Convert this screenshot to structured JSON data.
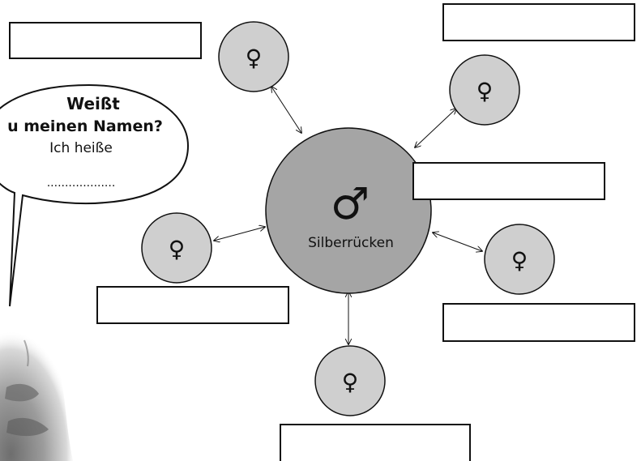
{
  "speech_bubble": {
    "line1": "Weißt",
    "line2": "u meinen Namen?",
    "line3": "Ich heiße",
    "line4": "..................."
  },
  "center": {
    "symbol": "♂",
    "label": "Silberrücken"
  },
  "females": [
    {
      "symbol": "♀"
    },
    {
      "symbol": "♀"
    },
    {
      "symbol": "♀"
    },
    {
      "symbol": "♀"
    },
    {
      "symbol": "♀"
    }
  ],
  "name_boxes": [
    "",
    "",
    "",
    "",
    "",
    "",
    ""
  ],
  "colors": {
    "center_fill": "#a5a5a5",
    "female_fill": "#cfcfcf",
    "stroke": "#111111",
    "face_shadow": "#9a9a9a"
  }
}
